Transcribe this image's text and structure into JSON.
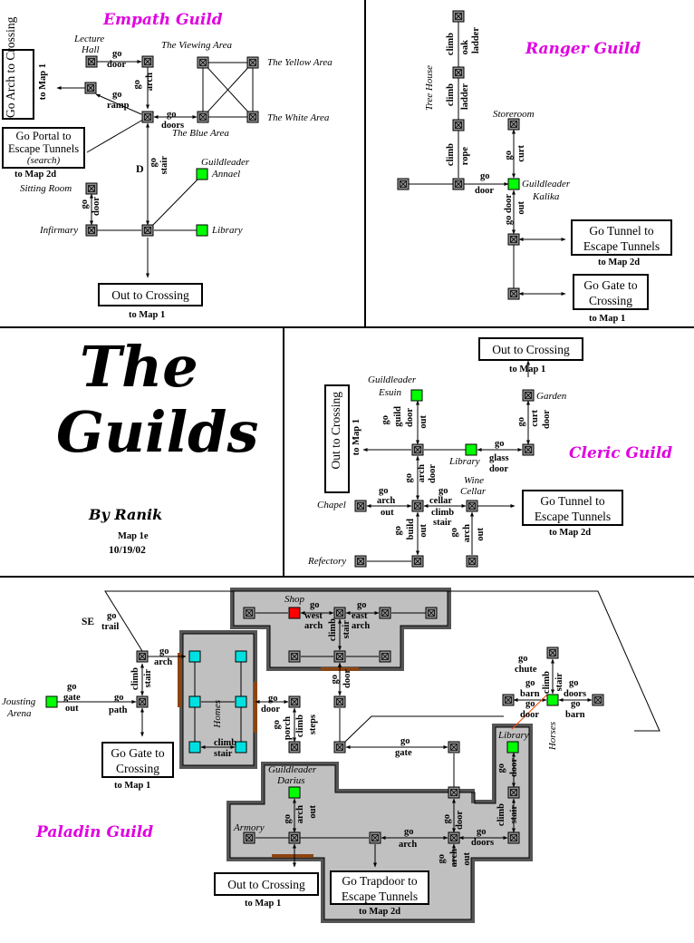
{
  "title": {
    "line1": "The",
    "line2": "Guilds",
    "by": "By Ranik",
    "map": "Map 1e",
    "date": "10/19/02"
  },
  "colors": {
    "guild_title": "#e000e0",
    "guildleader": "#00ff00",
    "shop": "#ff0000",
    "home": "#00e0e0",
    "building": "#c0c0c0",
    "node": "#909090"
  },
  "empath": {
    "title": "Empath Guild",
    "rooms": {
      "lecture_hall": "Lecture Hall",
      "viewing_area": "The Viewing Area",
      "yellow_area": "The Yellow Area",
      "white_area": "The White Area",
      "blue_area": "The Blue Area",
      "guildleader": "Guildleader",
      "annael": "Annael",
      "sitting_room": "Sitting Room",
      "infirmary": "Infirmary",
      "library": "Library"
    },
    "cmds": {
      "go_door": "go",
      "door": "door",
      "go_arch": "go",
      "arch": "arch",
      "go_ramp": "go",
      "ramp": "ramp",
      "go_doors": "go",
      "doors": "doors",
      "d": "D",
      "go_stair": "go",
      "stair": "stair",
      "go_door2": "go",
      "door2": "door"
    },
    "exits": {
      "arch": "Go Arch to Crossing",
      "arch_map": "to Map 1",
      "portal_1": "Go Portal to",
      "portal_2": "Escape Tunnels",
      "portal_3": "(search)",
      "portal_map": "to Map 2d",
      "out": "Out to Crossing",
      "out_map": "to Map 1"
    }
  },
  "ranger": {
    "title": "Ranger Guild",
    "rooms": {
      "tree_house": "Tree House",
      "storeroom": "Storeroom",
      "guildleader": "Guildleader",
      "kalika": "Kalika"
    },
    "cmds": {
      "climb_oak": "climb",
      "oak": "oak",
      "ladder_oak": "ladder",
      "climb_ladder": "climb",
      "ladder": "ladder",
      "climb_rope": "climb",
      "rope": "rope",
      "go_curt": "go",
      "curt": "curt",
      "go_door": "go",
      "door": "door",
      "go_door2": "go door",
      "out": "out"
    },
    "exits": {
      "tunnel_1": "Go Tunnel to",
      "tunnel_2": "Escape Tunnels",
      "tunnel_map": "to Map 2d",
      "gate_1": "Go Gate to",
      "gate_2": "Crossing",
      "gate_map": "to Map 1"
    }
  },
  "cleric": {
    "title": "Cleric Guild",
    "rooms": {
      "guildleader": "Guildleader",
      "esuin": "Esuin",
      "garden": "Garden",
      "library": "Library",
      "wine": "Wine",
      "cellar": "Cellar",
      "chapel": "Chapel",
      "refectory": "Refectory"
    },
    "cmds": {
      "go_guild_door": "go",
      "guild": "guild",
      "door_a": "door",
      "out_a": "out",
      "go_curt": "go",
      "curt": "curt",
      "door_b": "door",
      "go_glass": "go",
      "glass": "glass",
      "door_c": "door",
      "go_arch": "go",
      "arch": "arch",
      "door_d": "door",
      "go_arch2": "go",
      "arch2": "arch",
      "out_b": "out",
      "go_cellar": "go",
      "cellar": "cellar",
      "climb": "climb",
      "stair": "stair",
      "go_build": "go",
      "build": "build",
      "out_c": "out",
      "go_arch3": "go",
      "arch3": "arch",
      "out_d": "out"
    },
    "exits": {
      "out_1": "Out to Crossing",
      "out_1_map": "to Map 1",
      "out_2": "Out to Crossing",
      "out_2_map": "to Map 1",
      "tunnel_1": "Go Tunnel to",
      "tunnel_2": "Escape Tunnels",
      "tunnel_map": "to Map 2d"
    }
  },
  "paladin": {
    "title": "Paladin Guild",
    "rooms": {
      "shop": "Shop",
      "homes": "Homes",
      "jousting": "Jousting",
      "arena": "Arena",
      "guildleader": "Guildleader",
      "darius": "Darius",
      "armory": "Armory",
      "library": "Library",
      "horses": "Horses"
    },
    "cmds": {
      "se": "SE",
      "go_trail": "go",
      "trail": "trail",
      "go_gate": "go",
      "gate": "gate",
      "out": "out",
      "go_path": "go",
      "path": "path",
      "climb_stair": "climb",
      "stair_a": "stair",
      "go_arch": "go",
      "arch": "arch",
      "go_west": "go",
      "west": "west",
      "arch_w": "arch",
      "climb_s": "climb",
      "stair_s": "stair",
      "go_east": "go",
      "east": "east",
      "arch_e": "arch",
      "go_door": "go",
      "door": "door",
      "go_door2": "go",
      "door2": "door",
      "go_porch": "go",
      "porch": "porch",
      "climb_steps": "climb",
      "steps": "steps",
      "climb_h": "climb",
      "stair_h": "stair",
      "go_gate2": "go",
      "gate2": "gate",
      "go_chute": "go",
      "chute": "chute",
      "go_barn": "go",
      "barn": "barn",
      "climb_st2": "climb",
      "stair_2": "stair",
      "go_door3": "go",
      "door3": "door",
      "go_doors": "go",
      "doors": "doors",
      "go_barn2": "go",
      "barn2": "barn",
      "go_door4": "go",
      "door4": "door",
      "climb_st3": "climb",
      "stair_3": "stair",
      "go_arch_g": "go",
      "arch_g": "arch",
      "out_g": "out",
      "go_arch2": "go",
      "arch2": "arch",
      "go_door5": "go",
      "door5": "door",
      "go_doors2": "go",
      "doors2": "doors",
      "go_arch3": "go",
      "arch3": "arch",
      "out3": "out"
    },
    "exits": {
      "gate_1": "Go Gate to",
      "gate_2": "Crossing",
      "gate_map": "to Map 1",
      "out": "Out to Crossing",
      "out_map": "to Map 1",
      "trapdoor_1": "Go Trapdoor to",
      "trapdoor_2": "Escape Tunnels",
      "trapdoor_map": "to Map 2d"
    }
  }
}
